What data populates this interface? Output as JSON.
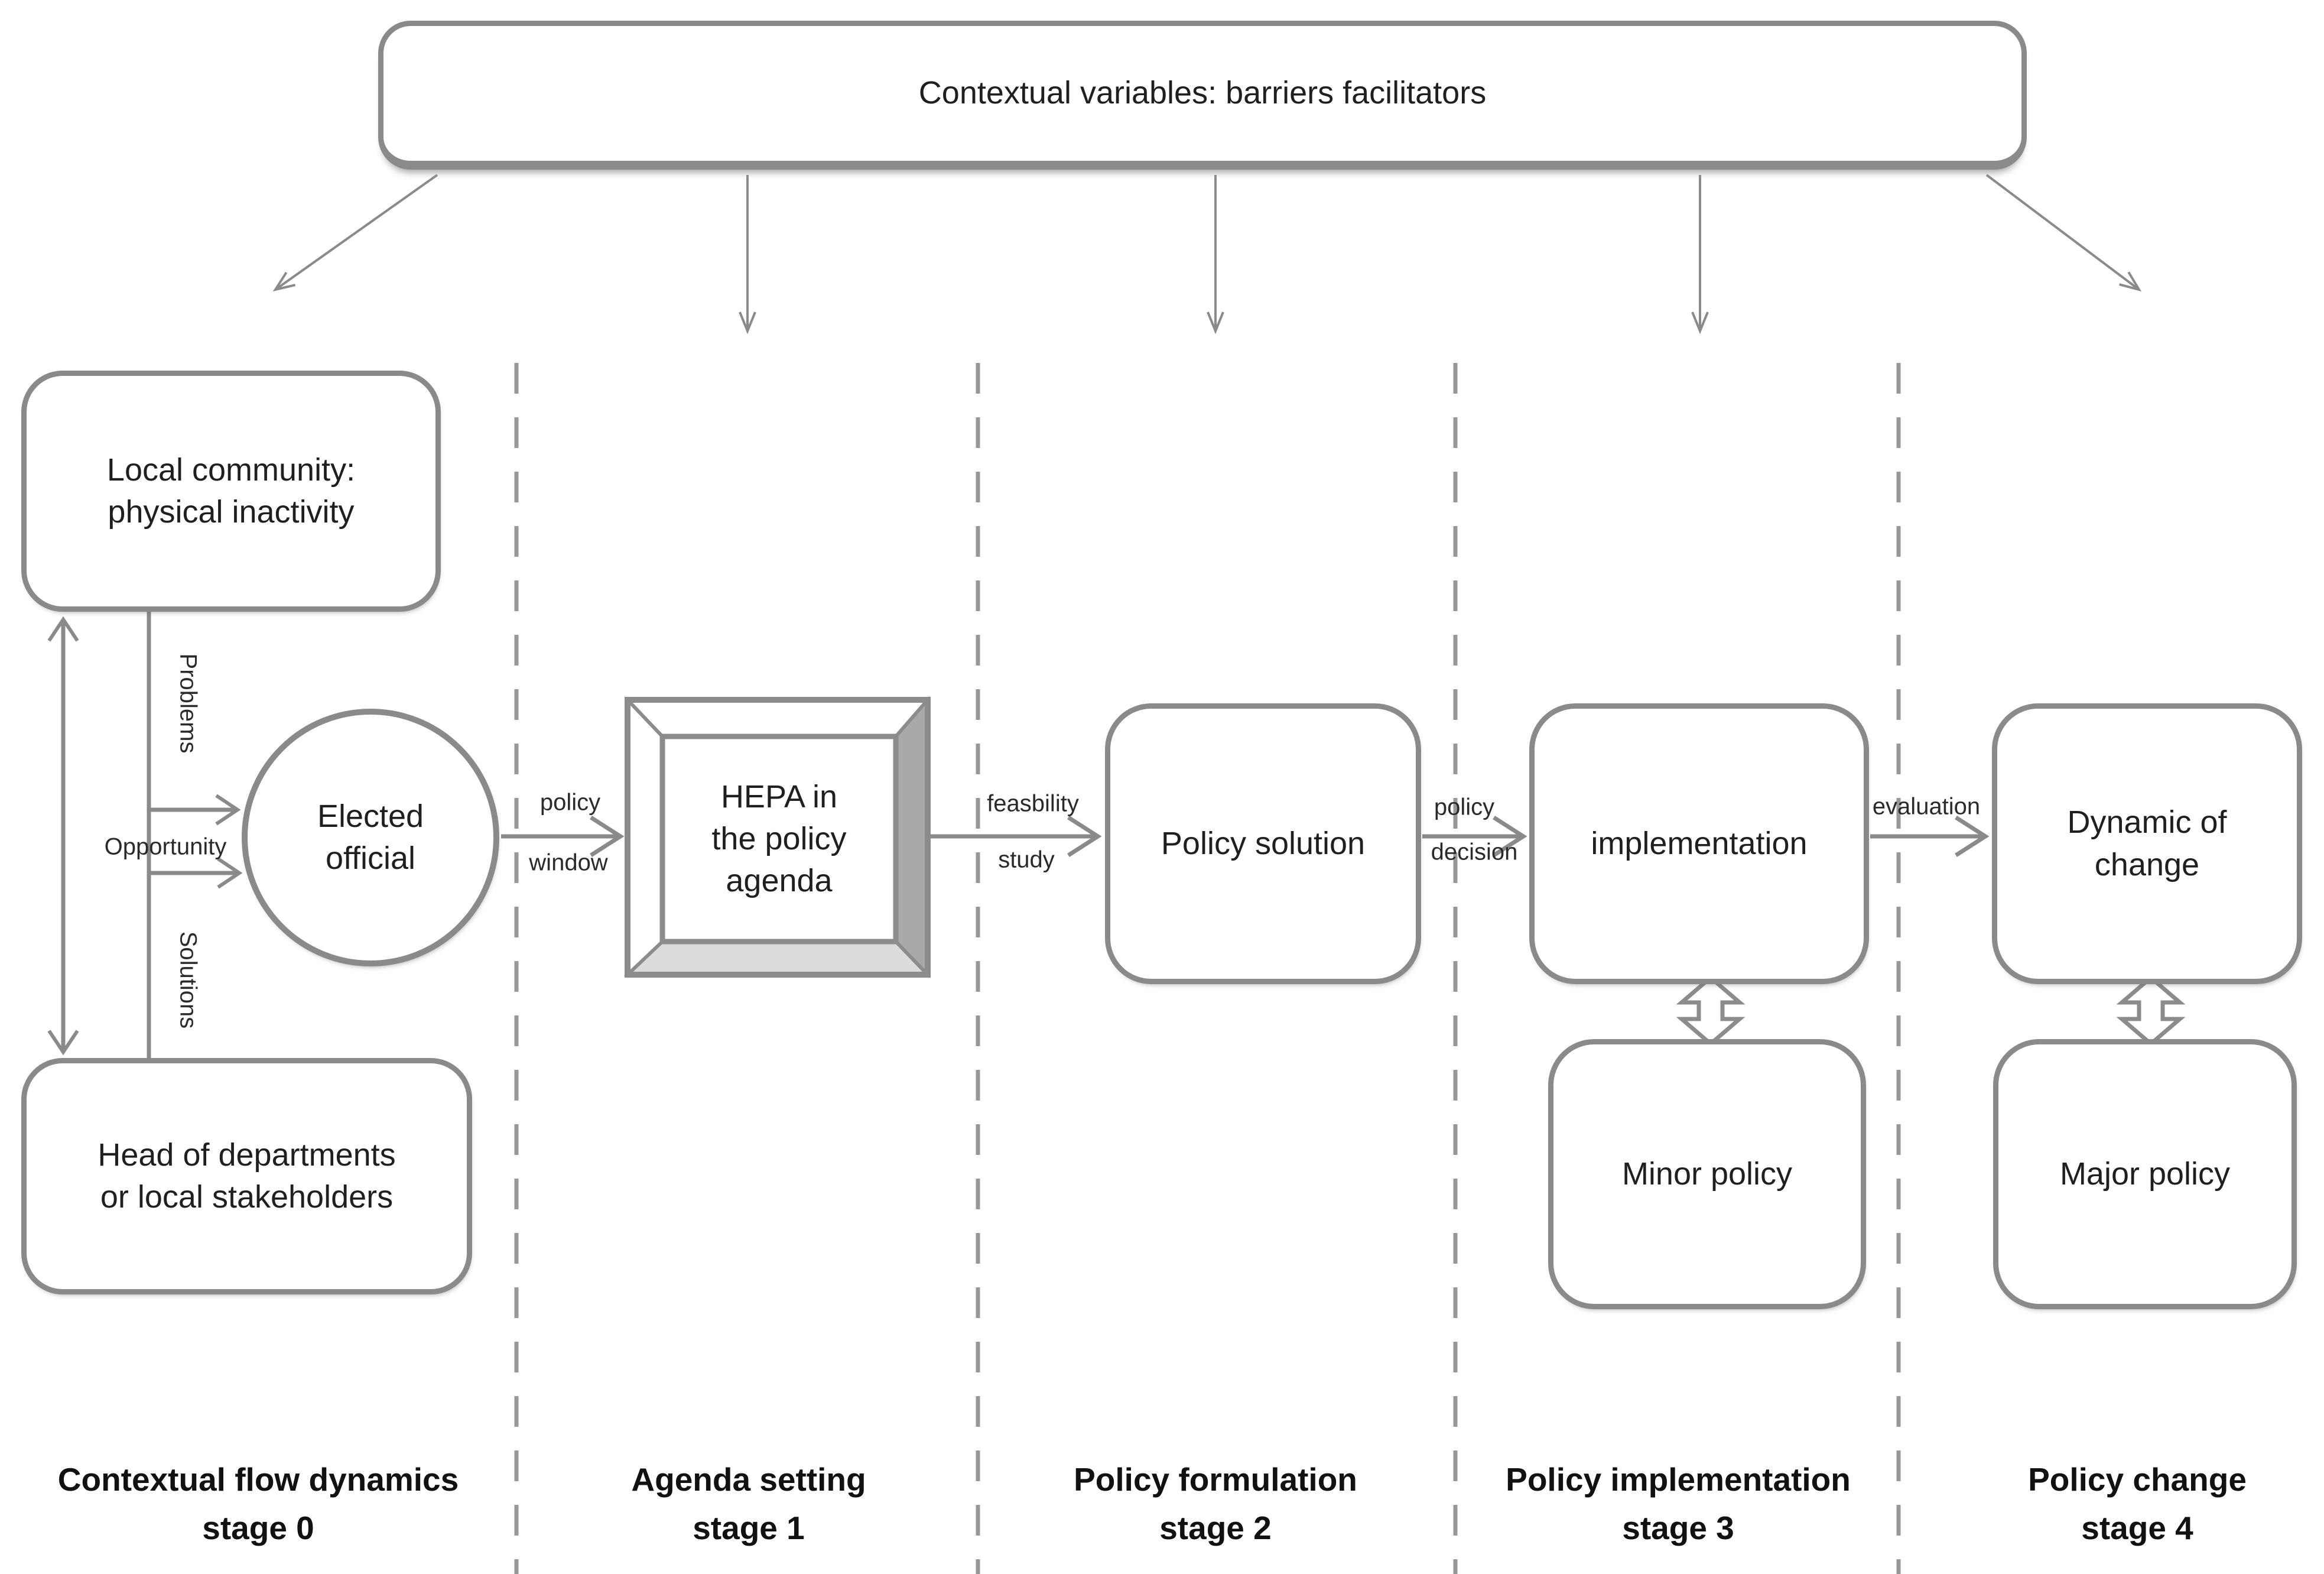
{
  "banner": {
    "label": "Contextual variables: barriers facilitators"
  },
  "nodes": {
    "local_community": "Local community:\nphysical inactivity",
    "elected_official": "Elected\nofficial",
    "hepa": "HEPA in\nthe policy\nagenda",
    "policy_solution": "Policy solution",
    "implementation": "implementation",
    "dynamic_of_change": "Dynamic of\nchange",
    "minor_policy": "Minor policy",
    "major_policy": "Major policy",
    "head_departments": "Head of departments\nor local stakeholders"
  },
  "edge_labels": {
    "problems": "Problems",
    "opportunity": "Opportunity",
    "solutions": "Solutions",
    "policy_window_line1": "policy",
    "policy_window_line2": "window",
    "feasibility_line1": "feasbility",
    "feasibility_line2": "study",
    "policy_decision_line1": "policy",
    "policy_decision_line2": "decision",
    "evaluation": "evaluation"
  },
  "stages": [
    {
      "title": "Contextual  flow dynamics",
      "stage": "stage 0"
    },
    {
      "title": "Agenda setting",
      "stage": "stage 1"
    },
    {
      "title": "Policy formulation",
      "stage": "stage 2"
    },
    {
      "title": "Policy implementation",
      "stage": "stage 3"
    },
    {
      "title": "Policy change",
      "stage": "stage 4"
    }
  ],
  "colors": {
    "line": "#8a8a8a",
    "dash": "#989898",
    "text": "#1f1f1f",
    "frame_dark": "#a9a9a9",
    "frame_light": "#dcdcdc"
  }
}
